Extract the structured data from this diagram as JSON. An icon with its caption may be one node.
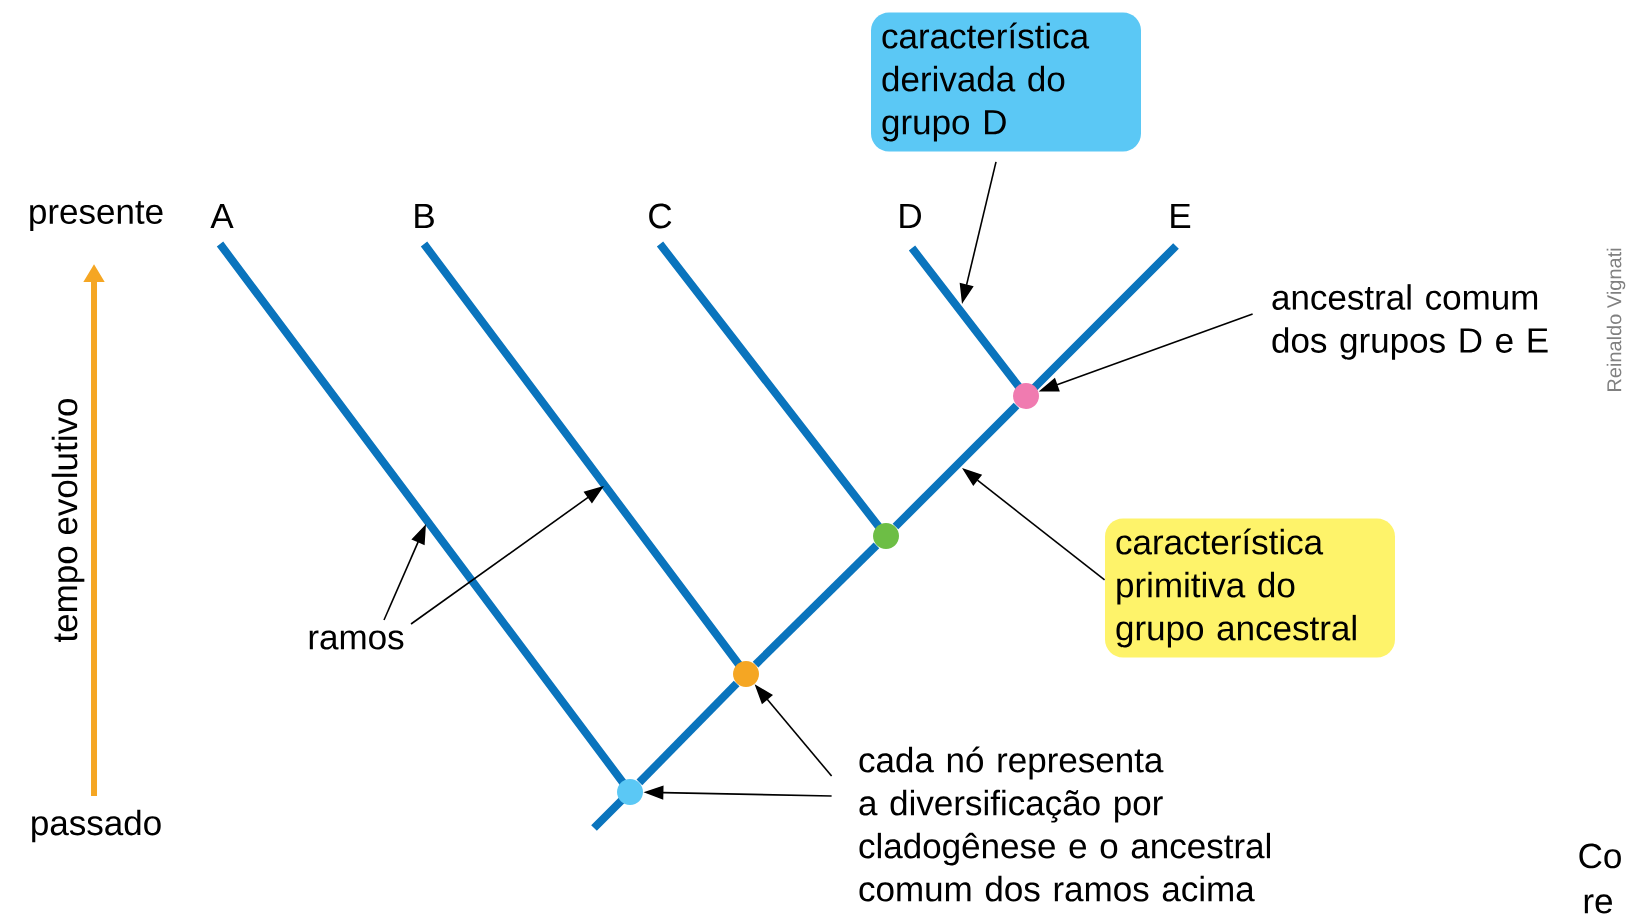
{
  "diagram": {
    "nodes": [
      {
        "text": [
          "característica derivada do grupo D"
        ]
      },
      {
        "text": [
          "ancestral comum dos grupos D e E"
        ]
      },
      {
        "text": [
          "característica primitiva do grupo ancestral"
        ]
      },
      {
        "text": [
          "ramos"
        ]
      },
      {
        "text": [
          "cada nó representa a diversificação por cladogênese e o ancestral comum dos ramos acima"
        ]
      },
      {
        "text": [],
        "shape": "circle"
      },
      {
        "text": [],
        "shape": "circle"
      },
      {
        "text": [],
        "shape": "circle"
      },
      {
        "text": [],
        "shape": "circle"
      }
    ],
    "edges": [
      {
        "from": 0,
        "to": null,
        "arrow": "to"
      },
      {
        "from": 1,
        "to": 8,
        "arrow": "to"
      },
      {
        "from": 2,
        "to": null,
        "arrow": "to"
      },
      {
        "from": 3,
        "to": null,
        "arrow": "to"
      },
      {
        "from": 3,
        "to": null,
        "arrow": "to"
      },
      {
        "from": 4,
        "to": 6,
        "arrow": "to"
      },
      {
        "from": 4,
        "to": 5,
        "arrow": "to"
      },
      {
        "from": 5,
        "to": 6,
        "arrow": "none",
        "style": "thick",
        "color": "#0a74bd"
      },
      {
        "from": 6,
        "to": 7,
        "arrow": "none",
        "style": "thick",
        "color": "#0a74bd"
      },
      {
        "from": 7,
        "to": 8,
        "arrow": "none",
        "style": "thick",
        "color": "#0a74bd"
      }
    ],
    "labels": [
      "presente",
      "A",
      "B",
      "C",
      "D",
      "E",
      "Reinaldo Vignati",
      "tempo evolutivo",
      "passado",
      "Co",
      "re"
    ]
  }
}
